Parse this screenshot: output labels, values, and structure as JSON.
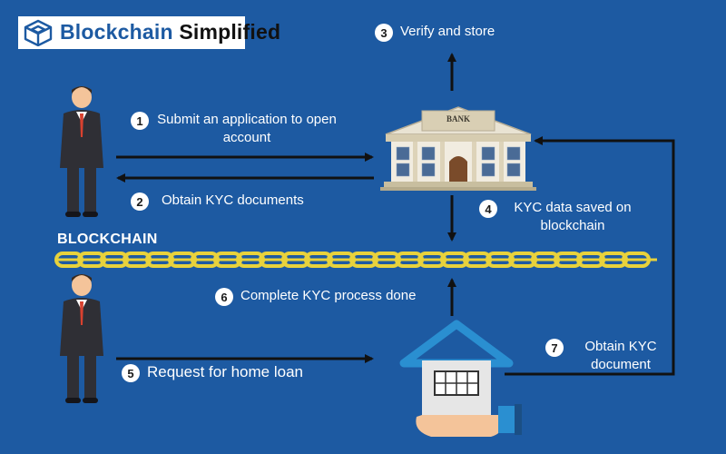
{
  "logo": {
    "word1": "Blockchain",
    "word2": "Simplified",
    "icon": "blockchain-cube-icon"
  },
  "section_label": "BLOCKCHAIN",
  "steps": [
    {
      "number": "1",
      "text": "Submit an application to open account"
    },
    {
      "number": "2",
      "text": "Obtain KYC documents"
    },
    {
      "number": "3",
      "text": "Verify and store"
    },
    {
      "number": "4",
      "text": "KYC data saved on blockchain"
    },
    {
      "number": "5",
      "text": "Request for home loan"
    },
    {
      "number": "6",
      "text": "Complete KYC process done"
    },
    {
      "number": "7",
      "text": "Obtain KYC document"
    }
  ],
  "bank_sign": "BANK",
  "icons": [
    "businessman-icon",
    "bank-building-icon",
    "chain-icon",
    "house-in-hand-icon",
    "arrow-icon"
  ],
  "colors": {
    "background": "#1d5aa2",
    "chain": "#e8d23c",
    "arrow": "#111111",
    "text": "#ffffff",
    "logo_accent": "#1d5aa2"
  }
}
